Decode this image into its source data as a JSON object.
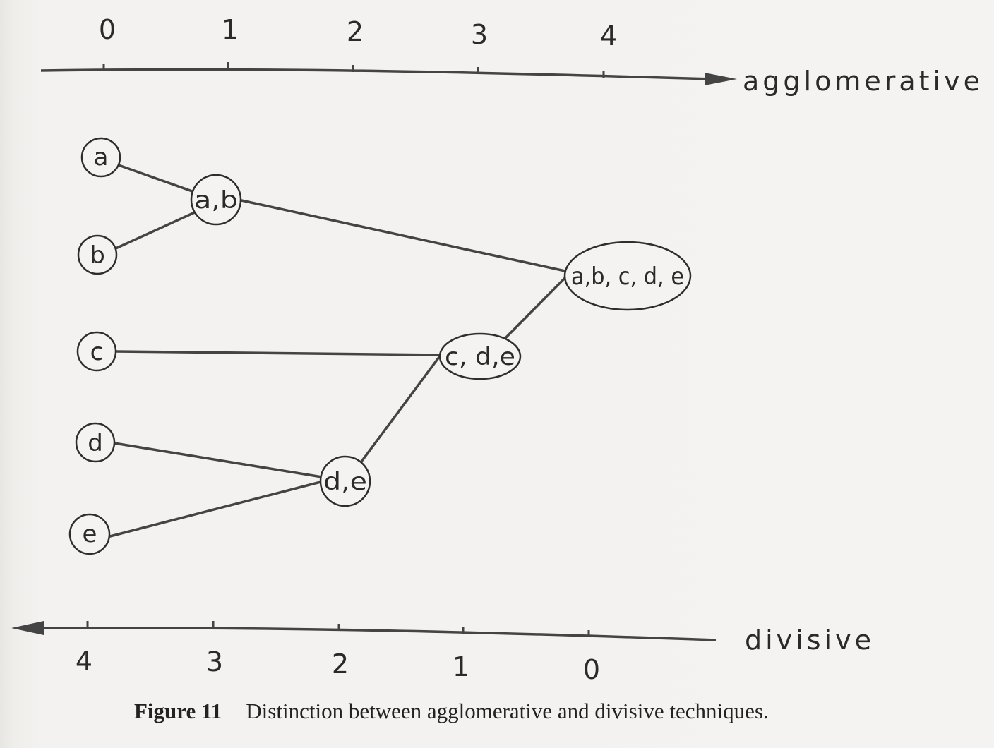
{
  "top_axis": {
    "title": "agglomerative",
    "ticks": [
      "0",
      "1",
      "2",
      "3",
      "4"
    ]
  },
  "bottom_axis": {
    "title": "divisive",
    "ticks": [
      "4",
      "3",
      "2",
      "1",
      "0"
    ]
  },
  "nodes": [
    {
      "id": "a",
      "label": "a"
    },
    {
      "id": "b",
      "label": "b"
    },
    {
      "id": "c",
      "label": "c"
    },
    {
      "id": "d",
      "label": "d"
    },
    {
      "id": "e",
      "label": "e"
    },
    {
      "id": "ab",
      "label": "a,b"
    },
    {
      "id": "de",
      "label": "d,e"
    },
    {
      "id": "cde",
      "label": "c, d,e"
    },
    {
      "id": "abcde",
      "label": "a,b, c, d, e"
    }
  ],
  "edges": [
    {
      "from": "a",
      "to": "ab"
    },
    {
      "from": "b",
      "to": "ab"
    },
    {
      "from": "d",
      "to": "de"
    },
    {
      "from": "e",
      "to": "de"
    },
    {
      "from": "c",
      "to": "cde"
    },
    {
      "from": "de",
      "to": "cde"
    },
    {
      "from": "ab",
      "to": "abcde"
    },
    {
      "from": "cde",
      "to": "abcde"
    }
  ],
  "caption": {
    "figure_number": "Figure 11",
    "text": "Distinction between agglomerative and divisive techniques."
  }
}
